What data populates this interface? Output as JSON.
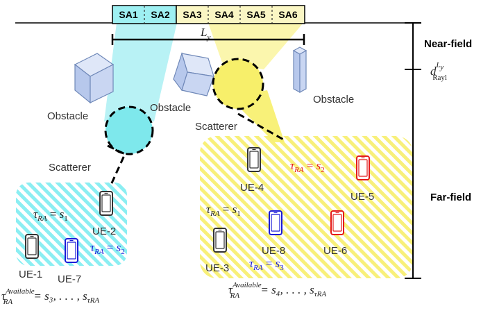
{
  "colors": {
    "cyan": "#7ee8ec",
    "yellow": "#f7ef6a",
    "blue": "#1c1cd8",
    "red": "#e41a1a",
    "dark": "#333333"
  },
  "array": {
    "subarrays": [
      "SA1",
      "SA2",
      "SA3",
      "SA4",
      "SA5",
      "SA6"
    ],
    "aperture_label": "L",
    "aperture_sub": "y"
  },
  "regions": {
    "near_field": "Near-field",
    "far_field": "Far-field",
    "rayleigh_main": "d",
    "rayleigh_sup_main": "L",
    "rayleigh_sup_sub": "y",
    "rayleigh_sub": "Rayl"
  },
  "obstacles": [
    "Obstacle",
    "Obstacle",
    "Obstacle"
  ],
  "scatterers": [
    "Scatterer",
    "Scatterer"
  ],
  "users": {
    "ue1": "UE-1",
    "ue2": "UE-2",
    "ue3": "UE-3",
    "ue4": "UE-4",
    "ue5": "UE-5",
    "ue6": "UE-6",
    "ue7": "UE-7",
    "ue8": "UE-8"
  },
  "ra_labels": {
    "tau": "τ",
    "tau_sub": "RA",
    "eq": " = ",
    "s": "s",
    "one": "1",
    "two": "2",
    "three": "3",
    "available": "Available",
    "left_list": " = s₃, . . . , s",
    "right_list": " = s₄, . . . , s",
    "list_end_sub": "τRA"
  }
}
